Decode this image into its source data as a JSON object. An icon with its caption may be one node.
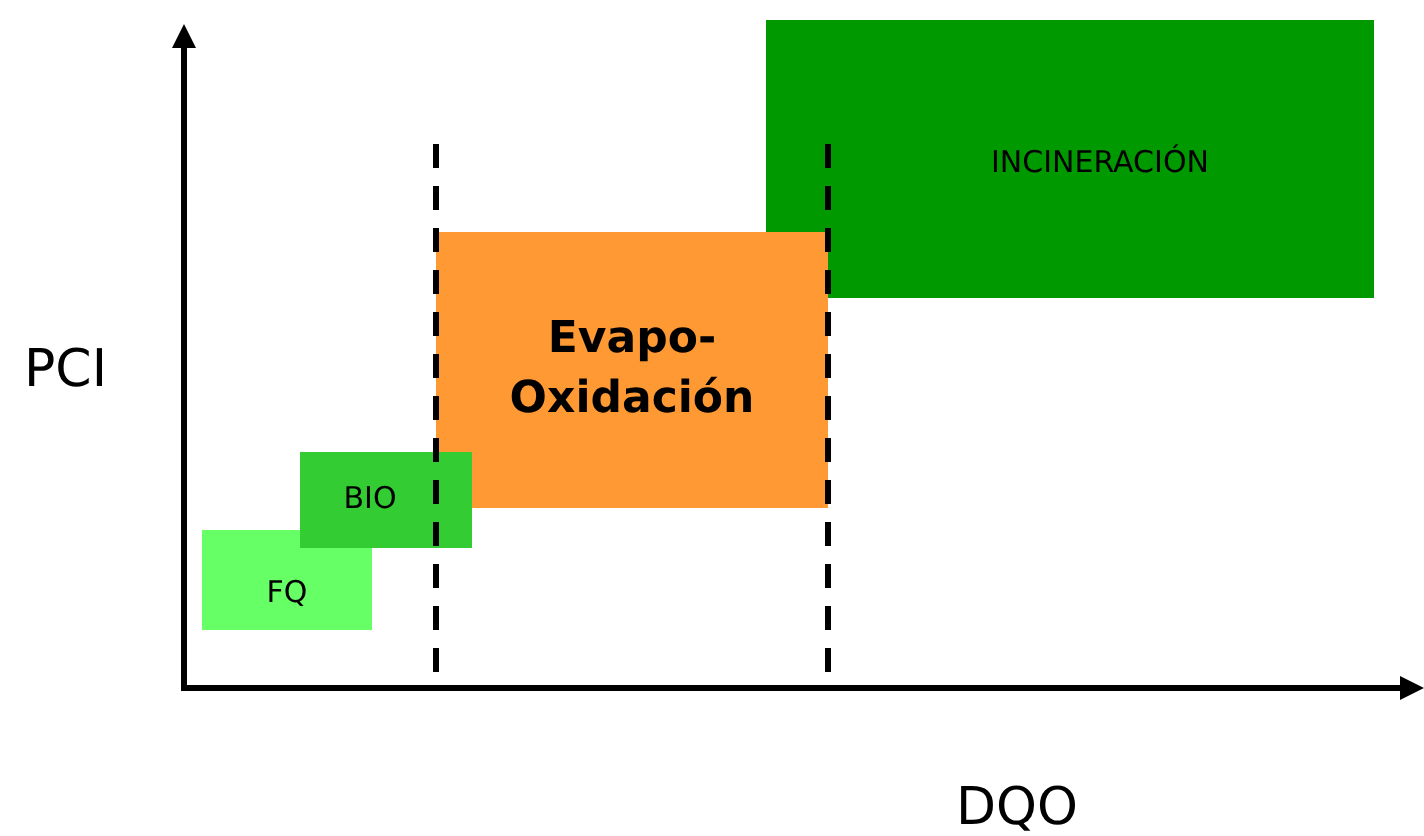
{
  "diagram": {
    "nodes": [
      {
        "text": [
          "FQ"
        ]
      },
      {
        "text": [
          "BIO"
        ]
      },
      {
        "text": [
          "Evapo- Oxidación"
        ]
      },
      {
        "text": [
          "INCINERACIÓN"
        ]
      }
    ],
    "labels": [
      "PCI",
      "DQO"
    ]
  }
}
